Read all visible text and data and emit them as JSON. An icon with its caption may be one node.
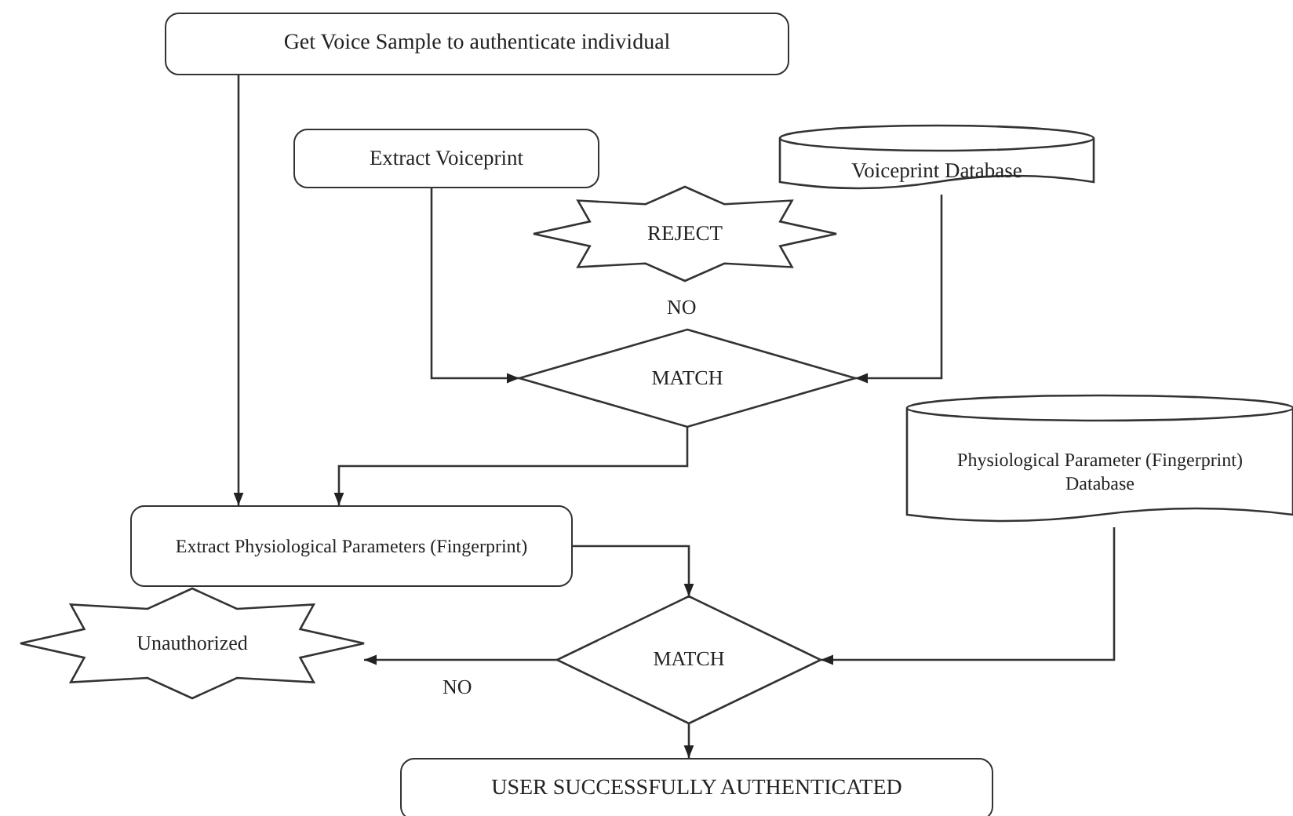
{
  "diagram": {
    "nodes": [
      {
        "text": [
          "Get Voice Sample to authenticate individual"
        ]
      },
      {
        "text": [
          "Extract Voiceprint"
        ]
      },
      {
        "text": [
          "Voiceprint Database"
        ]
      },
      {
        "text": [
          "REJECT"
        ]
      },
      {
        "text": [
          "MATCH"
        ]
      },
      {
        "text": [
          "Physiological Parameter (Fingerprint) Database"
        ]
      },
      {
        "text": [
          "Extract Physiological Parameters (Fingerprint)"
        ]
      },
      {
        "text": [
          "Unauthorized"
        ]
      },
      {
        "text": [
          "MATCH"
        ]
      },
      {
        "text": [
          "USER SUCCESSFULLY AUTHENTICATED"
        ]
      }
    ],
    "edges": [
      {
        "from": 0,
        "to": 6,
        "arrow": "to"
      },
      {
        "from": 1,
        "to": 4,
        "arrow": "to"
      },
      {
        "from": 2,
        "to": 4,
        "arrow": "to"
      },
      {
        "from": 4,
        "to": 6,
        "arrow": "to"
      },
      {
        "from": 6,
        "to": 8,
        "arrow": "to"
      },
      {
        "from": 5,
        "to": 8,
        "arrow": "to"
      },
      {
        "from": 8,
        "to": 7,
        "arrow": "to",
        "label": "NO"
      },
      {
        "from": 8,
        "to": 9,
        "arrow": "to"
      }
    ],
    "labels": [
      "NO"
    ]
  }
}
